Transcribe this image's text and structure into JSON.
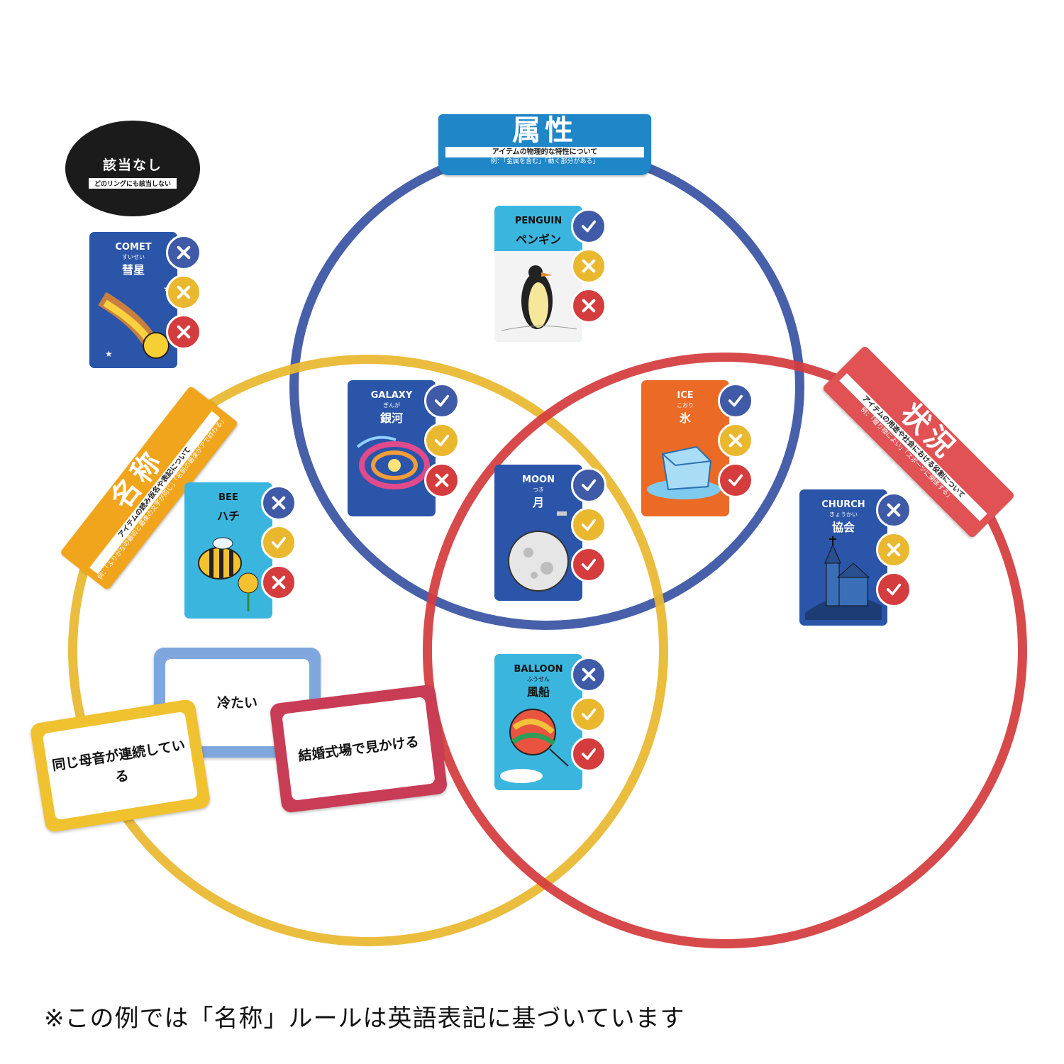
{
  "footnote": "※この例では「名称」ルールは英語表記に基づいています",
  "no_match": {
    "title": "該当なし",
    "subtitle": "どのリングにも該当しない"
  },
  "banners": {
    "attribute": {
      "title": "属性",
      "subtitle": "アイテムの物理的な特性について",
      "example": "例：「金属を含む」「動く部分がある」",
      "color": "#1f86c8"
    },
    "name": {
      "title": "名称",
      "subtitle": "アイテムの読み仮名や表記について",
      "example": "例：「ふりがなの最初と最後の文字が同じ」「名前の最後がアで終わる」",
      "color": "#f1a51c"
    },
    "situation": {
      "title": "状況",
      "subtitle": "アイテムの用途や社会における役割について",
      "example": "例：「贈り物によい」「スポーツに関係する」",
      "color": "#e05254"
    }
  },
  "ring_colors": {
    "attribute": "#3f5aa6",
    "name": "#e9b82f",
    "situation": "#d43c3e"
  },
  "cards": [
    {
      "id": "comet",
      "en": "COMET",
      "kana": "すいせい",
      "jp": "彗星",
      "marks": [
        "cross-blue",
        "cross-yellow",
        "cross-red"
      ]
    },
    {
      "id": "penguin",
      "en": "PENGUIN",
      "kana": "",
      "jp": "ペンギン",
      "marks": [
        "check-blue",
        "cross-yellow",
        "cross-red"
      ]
    },
    {
      "id": "galaxy",
      "en": "GALAXY",
      "kana": "ぎんが",
      "jp": "銀河",
      "marks": [
        "check-blue",
        "check-yellow",
        "cross-red"
      ]
    },
    {
      "id": "ice",
      "en": "ICE",
      "kana": "こおり",
      "jp": "氷",
      "marks": [
        "check-blue",
        "cross-yellow",
        "check-red"
      ]
    },
    {
      "id": "bee",
      "en": "BEE",
      "kana": "",
      "jp": "ハチ",
      "marks": [
        "cross-blue",
        "check-yellow",
        "cross-red"
      ]
    },
    {
      "id": "moon",
      "en": "MOON",
      "kana": "つき",
      "jp": "月",
      "marks": [
        "check-blue",
        "check-yellow",
        "check-red"
      ]
    },
    {
      "id": "church",
      "en": "CHURCH",
      "kana": "きょうかい",
      "jp": "協会",
      "marks": [
        "cross-blue",
        "cross-yellow",
        "check-red"
      ]
    },
    {
      "id": "balloon",
      "en": "BALLOON",
      "kana": "ふうせん",
      "jp": "風船",
      "marks": [
        "cross-blue",
        "check-yellow",
        "check-red"
      ]
    }
  ],
  "rule_cards": {
    "cold": "冷たい",
    "wedding": "結婚式場で見かける",
    "vowel": "同じ母音が連続している"
  }
}
